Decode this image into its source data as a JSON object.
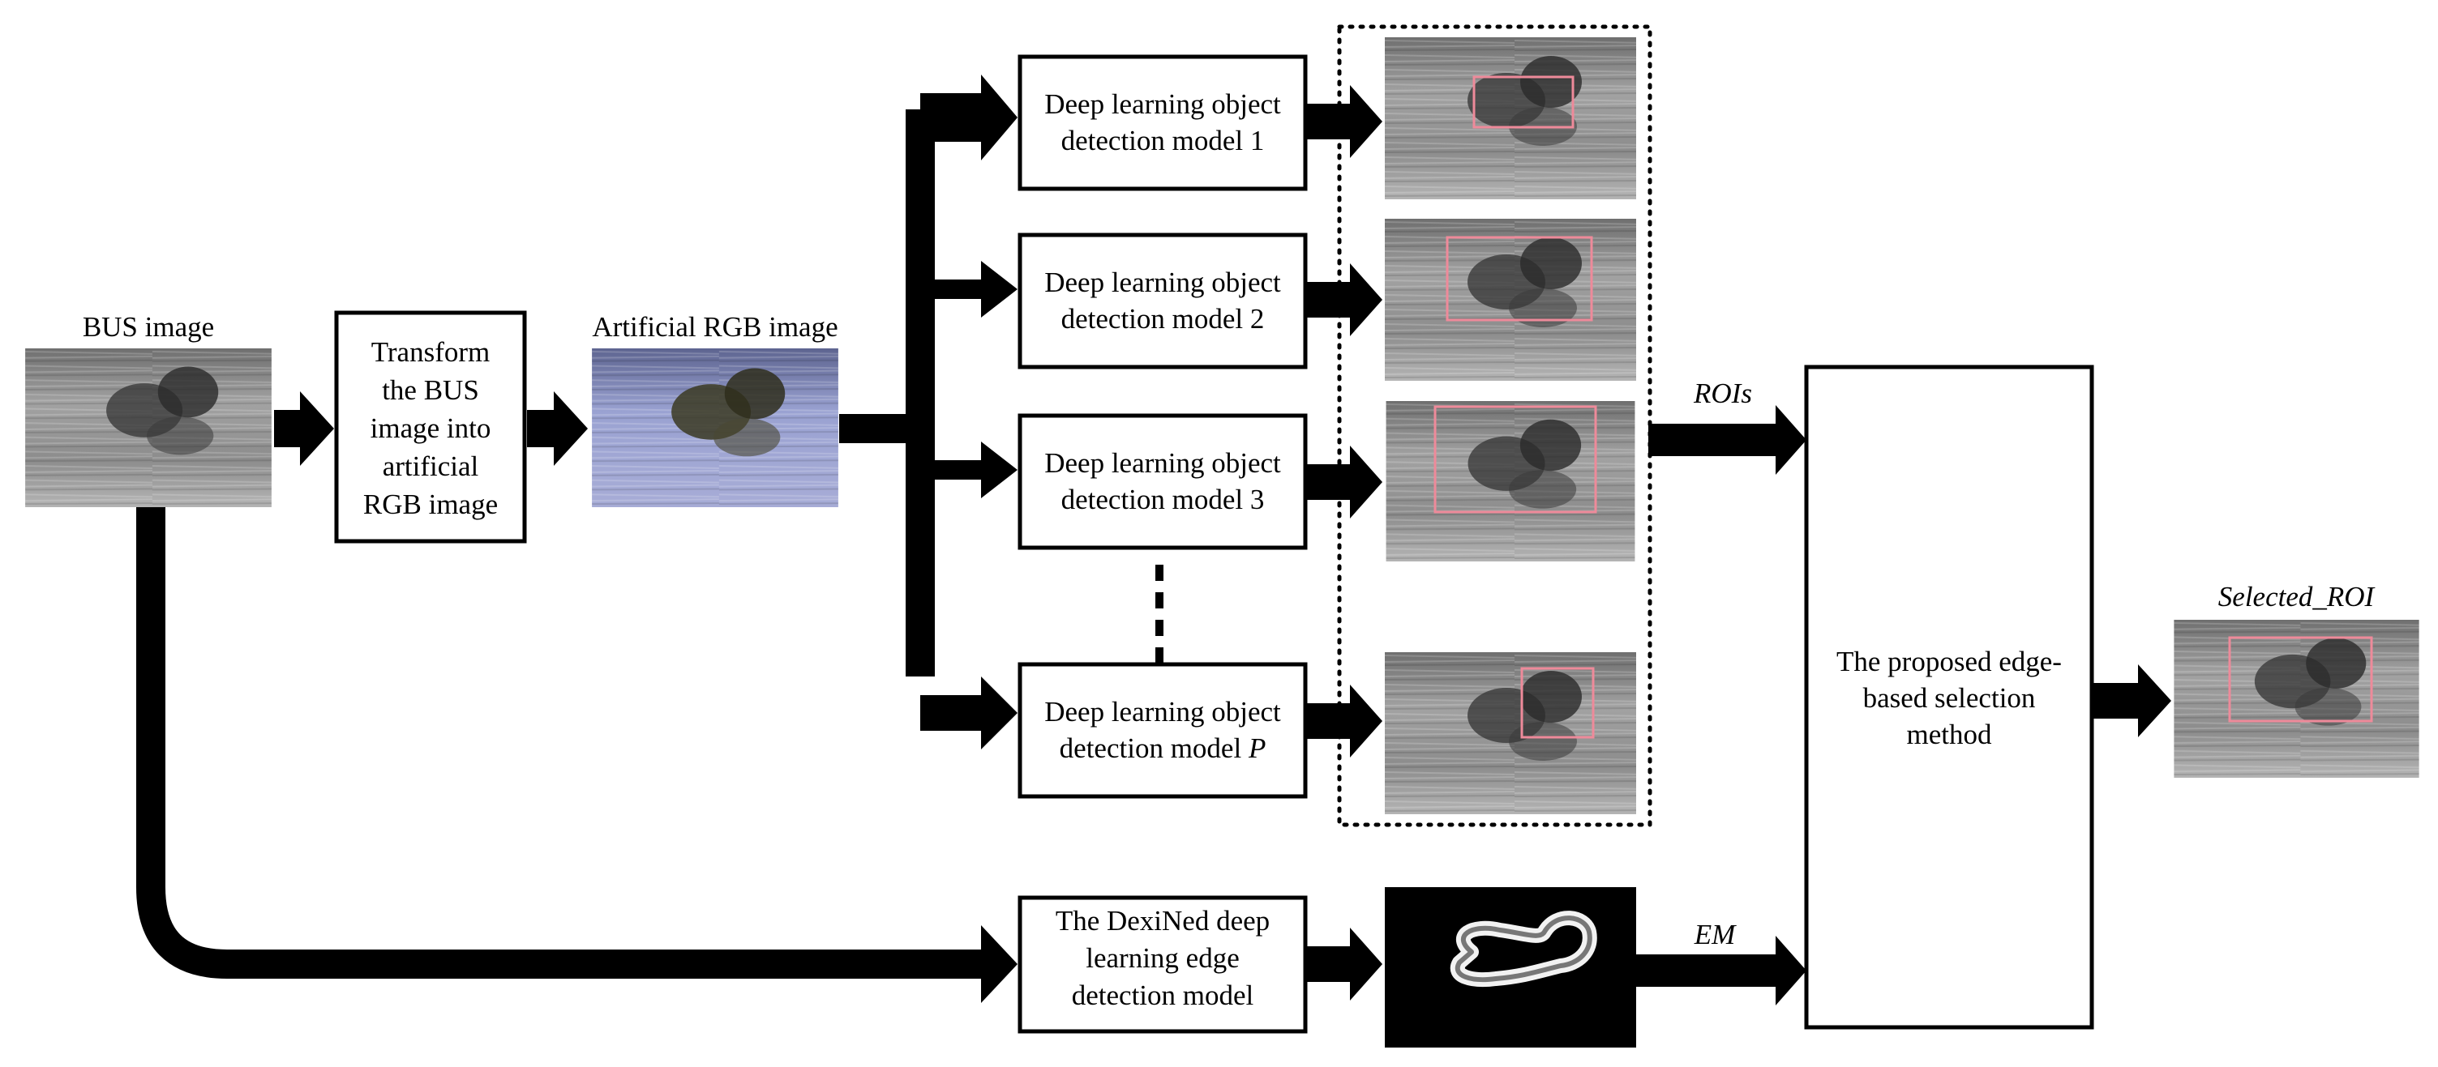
{
  "labels": {
    "bus_image": "BUS image",
    "transform_line1": "Transform",
    "transform_line2": "the BUS",
    "transform_line3": "image into",
    "transform_line4": "artificial",
    "transform_line5": "RGB image",
    "artificial_rgb": "Artificial RGB image",
    "model_line1": "Deep learning object",
    "model1_line2": "detection model 1",
    "model2_line2": "detection model 2",
    "model3_line2": "detection model 3",
    "modelp_line2_prefix": "detection model ",
    "modelp_line2_var": "P",
    "dexined_line1": "The DexiNed deep",
    "dexined_line2": "learning edge",
    "dexined_line3": "detection model",
    "rois": "ROIs",
    "em": "EM",
    "selection_line1": "The proposed edge-",
    "selection_line2": "based selection",
    "selection_line3": "method",
    "selected_roi": "Selected_ROI"
  },
  "colors": {
    "roi_box": "#ee8a9a",
    "rgb_tint": "#8a93c4",
    "ultrasound_gray": "#8f8f8f"
  }
}
